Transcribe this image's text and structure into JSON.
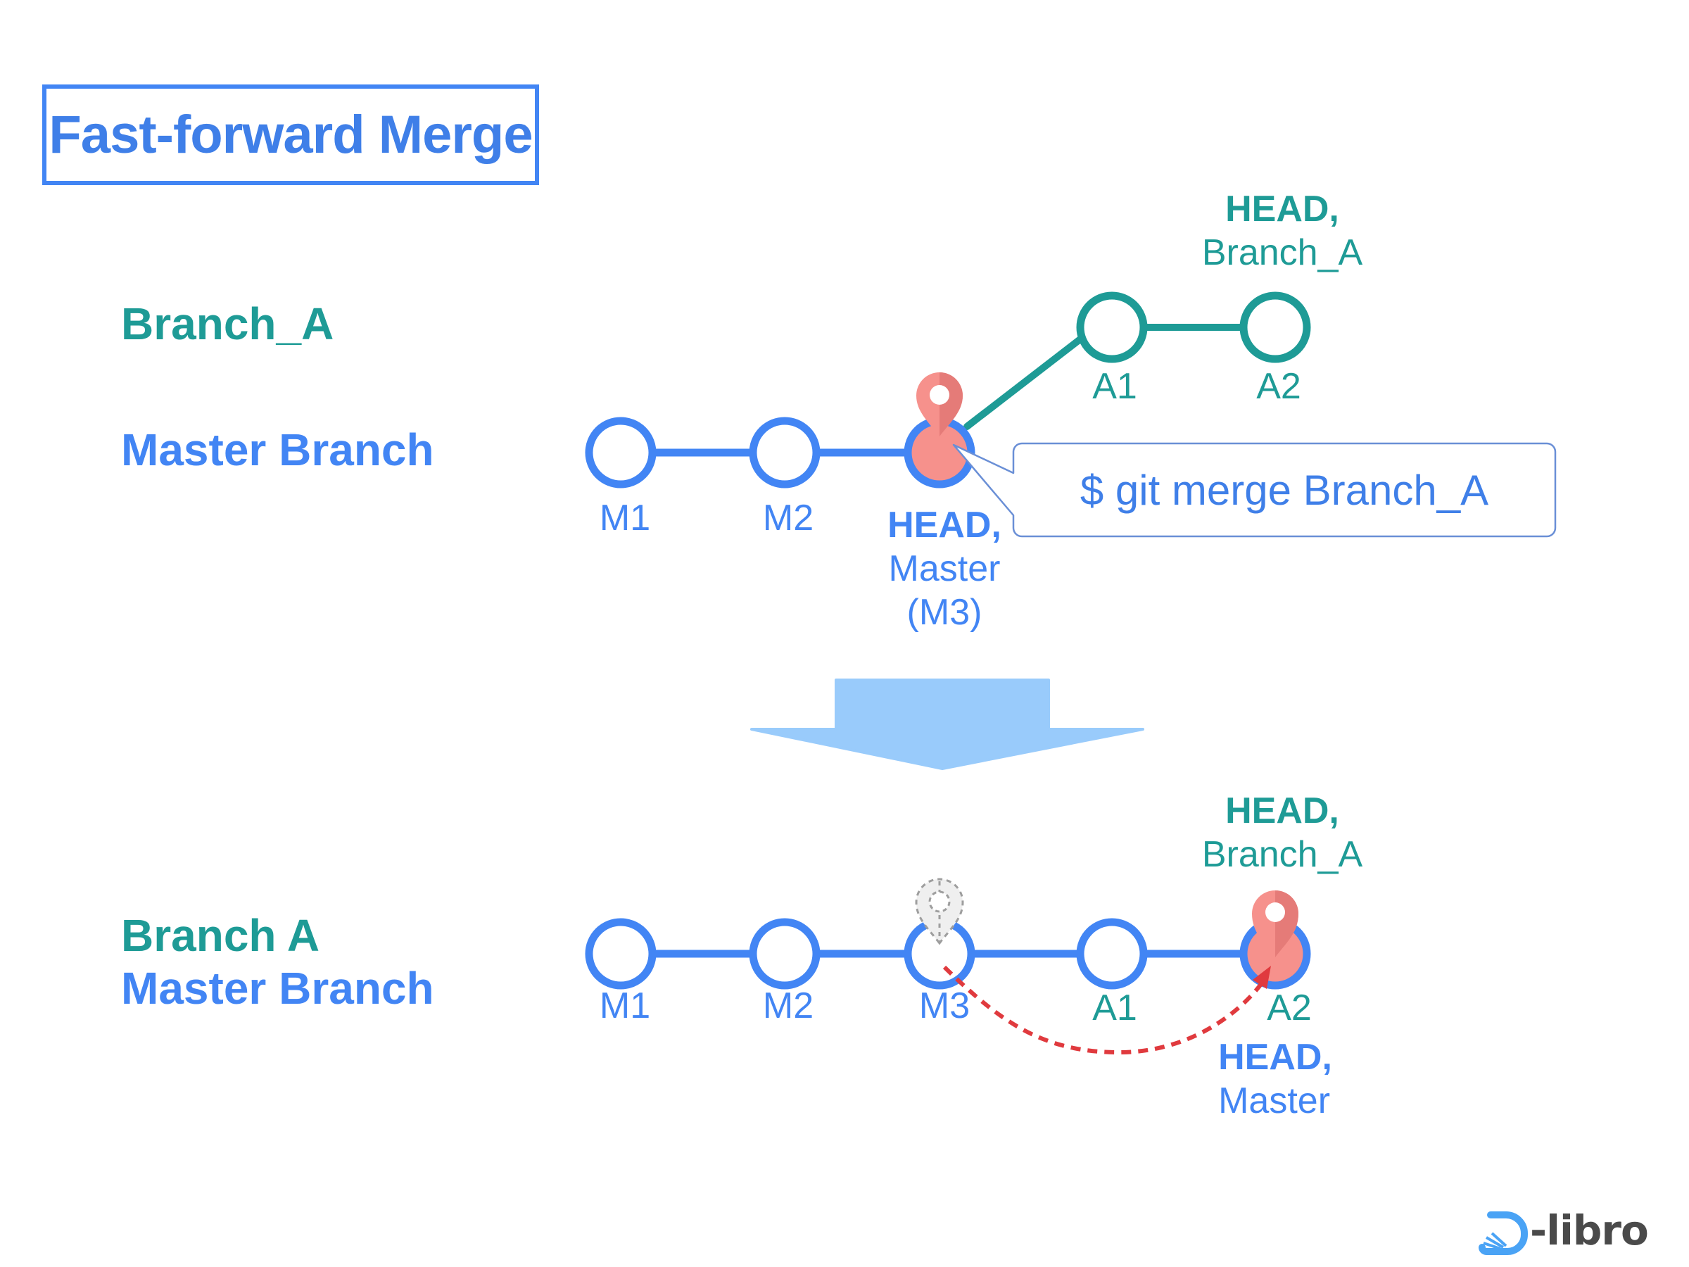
{
  "title": "Fast-forward Merge",
  "colors": {
    "master_blue": "#4285f4",
    "branch_teal": "#1e9b96",
    "pin_red": "#f08a86",
    "arrow_light_blue": "#99cbfb",
    "dashed_red": "#e03a3e",
    "ghost_gray": "#9e9e9e"
  },
  "before": {
    "row_labels": {
      "branch": "Branch_A",
      "master": "Master Branch"
    },
    "master_commits": [
      "M1",
      "M2"
    ],
    "head_commit": {
      "id": "M3",
      "pointer_bold": "HEAD,",
      "pointer_lines": [
        "Master",
        "(M3)"
      ]
    },
    "branch_commits": [
      "A1",
      "A2"
    ],
    "branch_pointer": {
      "bold": "HEAD,",
      "name": "Branch_A"
    },
    "command": "$ git merge Branch_A"
  },
  "after": {
    "row_labels": {
      "branch": "Branch A",
      "master": "Master Branch"
    },
    "commits": [
      "M1",
      "M2",
      "M3",
      "A1",
      "A2"
    ],
    "branch_pointer": {
      "bold": "HEAD,",
      "name": "Branch_A"
    },
    "master_pointer": {
      "bold": "HEAD,",
      "name": "Master"
    }
  },
  "logo": {
    "text": "-libro",
    "icon": "d-libro-book-icon"
  }
}
